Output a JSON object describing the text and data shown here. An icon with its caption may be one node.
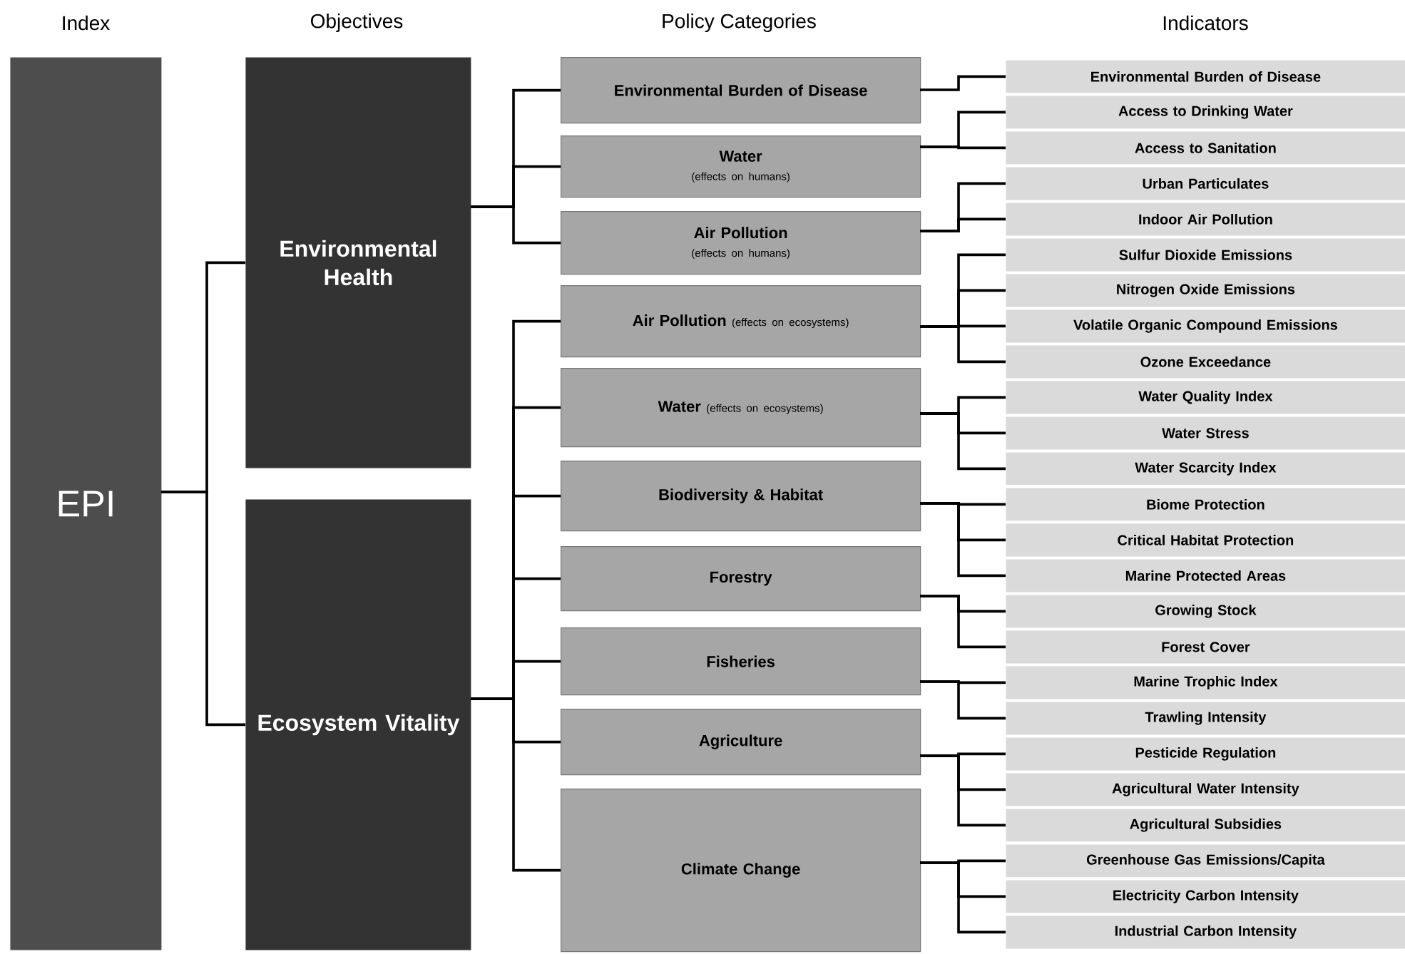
{
  "diagram": {
    "nodes": [
      {
        "text": [
          "EPI"
        ]
      },
      {
        "text": [
          "Environmental Health"
        ]
      },
      {
        "text": [
          "Ecosystem Vitality"
        ]
      },
      {
        "text": [
          "Environmental Burden of Disease"
        ]
      },
      {
        "text": [
          "Water",
          "(effects on humans)"
        ]
      },
      {
        "text": [
          "Air Pollution",
          "(effects on humans)"
        ]
      },
      {
        "text": [
          "Air Pollution",
          "(effects on ecosystems)"
        ]
      },
      {
        "text": [
          "Water",
          "(effects on ecosystems)"
        ]
      },
      {
        "text": [
          "Biodiversity & Habitat"
        ]
      },
      {
        "text": [
          "Forestry"
        ]
      },
      {
        "text": [
          "Fisheries"
        ]
      },
      {
        "text": [
          "Agriculture"
        ]
      },
      {
        "text": [
          "Climate Change"
        ]
      },
      {
        "text": [
          "Environmental Burden of Disease"
        ]
      },
      {
        "text": [
          "Access to Drinking Water"
        ]
      },
      {
        "text": [
          "Access to Sanitation"
        ]
      },
      {
        "text": [
          "Urban Particulates"
        ]
      },
      {
        "text": [
          "Indoor Air Pollution"
        ]
      },
      {
        "text": [
          "Sulfur Dioxide Emissions"
        ]
      },
      {
        "text": [
          "Nitrogen Oxide Emissions"
        ]
      },
      {
        "text": [
          "Volatile Organic Compound Emissions"
        ]
      },
      {
        "text": [
          "Ozone Exceedance"
        ]
      },
      {
        "text": [
          "Water Quality Index"
        ]
      },
      {
        "text": [
          "Water Stress"
        ]
      },
      {
        "text": [
          "Water Scarcity Index"
        ]
      },
      {
        "text": [
          "Biome Protection"
        ]
      },
      {
        "text": [
          "Critical Habitat Protection"
        ]
      },
      {
        "text": [
          "Marine Protected Areas"
        ]
      },
      {
        "text": [
          "Growing Stock"
        ]
      },
      {
        "text": [
          "Forest Cover"
        ]
      },
      {
        "text": [
          "Marine Trophic Index"
        ]
      },
      {
        "text": [
          "Trawling Intensity"
        ]
      },
      {
        "text": [
          "Pesticide Regulation"
        ]
      },
      {
        "text": [
          "Agricultural Water Intensity"
        ]
      },
      {
        "text": [
          "Agricultural Subsidies"
        ]
      },
      {
        "text": [
          "Greenhouse Gas Emissions/Capita"
        ]
      },
      {
        "text": [
          "Electricity Carbon Intensity"
        ]
      },
      {
        "text": [
          "Industrial Carbon Intensity"
        ]
      }
    ],
    "edges": [
      {
        "from": 0,
        "to": 1,
        "arrow": "none"
      },
      {
        "from": 0,
        "to": 2,
        "arrow": "none"
      },
      {
        "from": 1,
        "to": 3,
        "arrow": "none"
      },
      {
        "from": 1,
        "to": 4,
        "arrow": "none"
      },
      {
        "from": 1,
        "to": 5,
        "arrow": "none"
      },
      {
        "from": 2,
        "to": 6,
        "arrow": "none"
      },
      {
        "from": 2,
        "to": 7,
        "arrow": "none"
      },
      {
        "from": 2,
        "to": 8,
        "arrow": "none"
      },
      {
        "from": 2,
        "to": 9,
        "arrow": "none"
      },
      {
        "from": 2,
        "to": 10,
        "arrow": "none"
      },
      {
        "from": 2,
        "to": 11,
        "arrow": "none"
      },
      {
        "from": 2,
        "to": 12,
        "arrow": "none"
      },
      {
        "from": 3,
        "to": 13,
        "arrow": "none"
      },
      {
        "from": 4,
        "to": 14,
        "arrow": "none"
      },
      {
        "from": 4,
        "to": 15,
        "arrow": "none"
      },
      {
        "from": 5,
        "to": 16,
        "arrow": "none"
      },
      {
        "from": 5,
        "to": 17,
        "arrow": "none"
      },
      {
        "from": 6,
        "to": 18,
        "arrow": "none"
      },
      {
        "from": 6,
        "to": 19,
        "arrow": "none"
      },
      {
        "from": 6,
        "to": 20,
        "arrow": "none"
      },
      {
        "from": 6,
        "to": 21,
        "arrow": "none"
      },
      {
        "from": 7,
        "to": 22,
        "arrow": "none"
      },
      {
        "from": 7,
        "to": 23,
        "arrow": "none"
      },
      {
        "from": 7,
        "to": 24,
        "arrow": "none"
      },
      {
        "from": 8,
        "to": 25,
        "arrow": "none"
      },
      {
        "from": 8,
        "to": 26,
        "arrow": "none"
      },
      {
        "from": 8,
        "to": 27,
        "arrow": "none"
      },
      {
        "from": 9,
        "to": 28,
        "arrow": "none"
      },
      {
        "from": 9,
        "to": 29,
        "arrow": "none"
      },
      {
        "from": 10,
        "to": 30,
        "arrow": "none"
      },
      {
        "from": 10,
        "to": 31,
        "arrow": "none"
      },
      {
        "from": 11,
        "to": 32,
        "arrow": "none"
      },
      {
        "from": 11,
        "to": 33,
        "arrow": "none"
      },
      {
        "from": 11,
        "to": 34,
        "arrow": "none"
      },
      {
        "from": 12,
        "to": 35,
        "arrow": "none"
      },
      {
        "from": 12,
        "to": 36,
        "arrow": "none"
      },
      {
        "from": 12,
        "to": 37,
        "arrow": "none"
      }
    ],
    "labels": [
      "Index",
      "Objectives",
      "Policy Categories",
      "Indicators"
    ]
  }
}
